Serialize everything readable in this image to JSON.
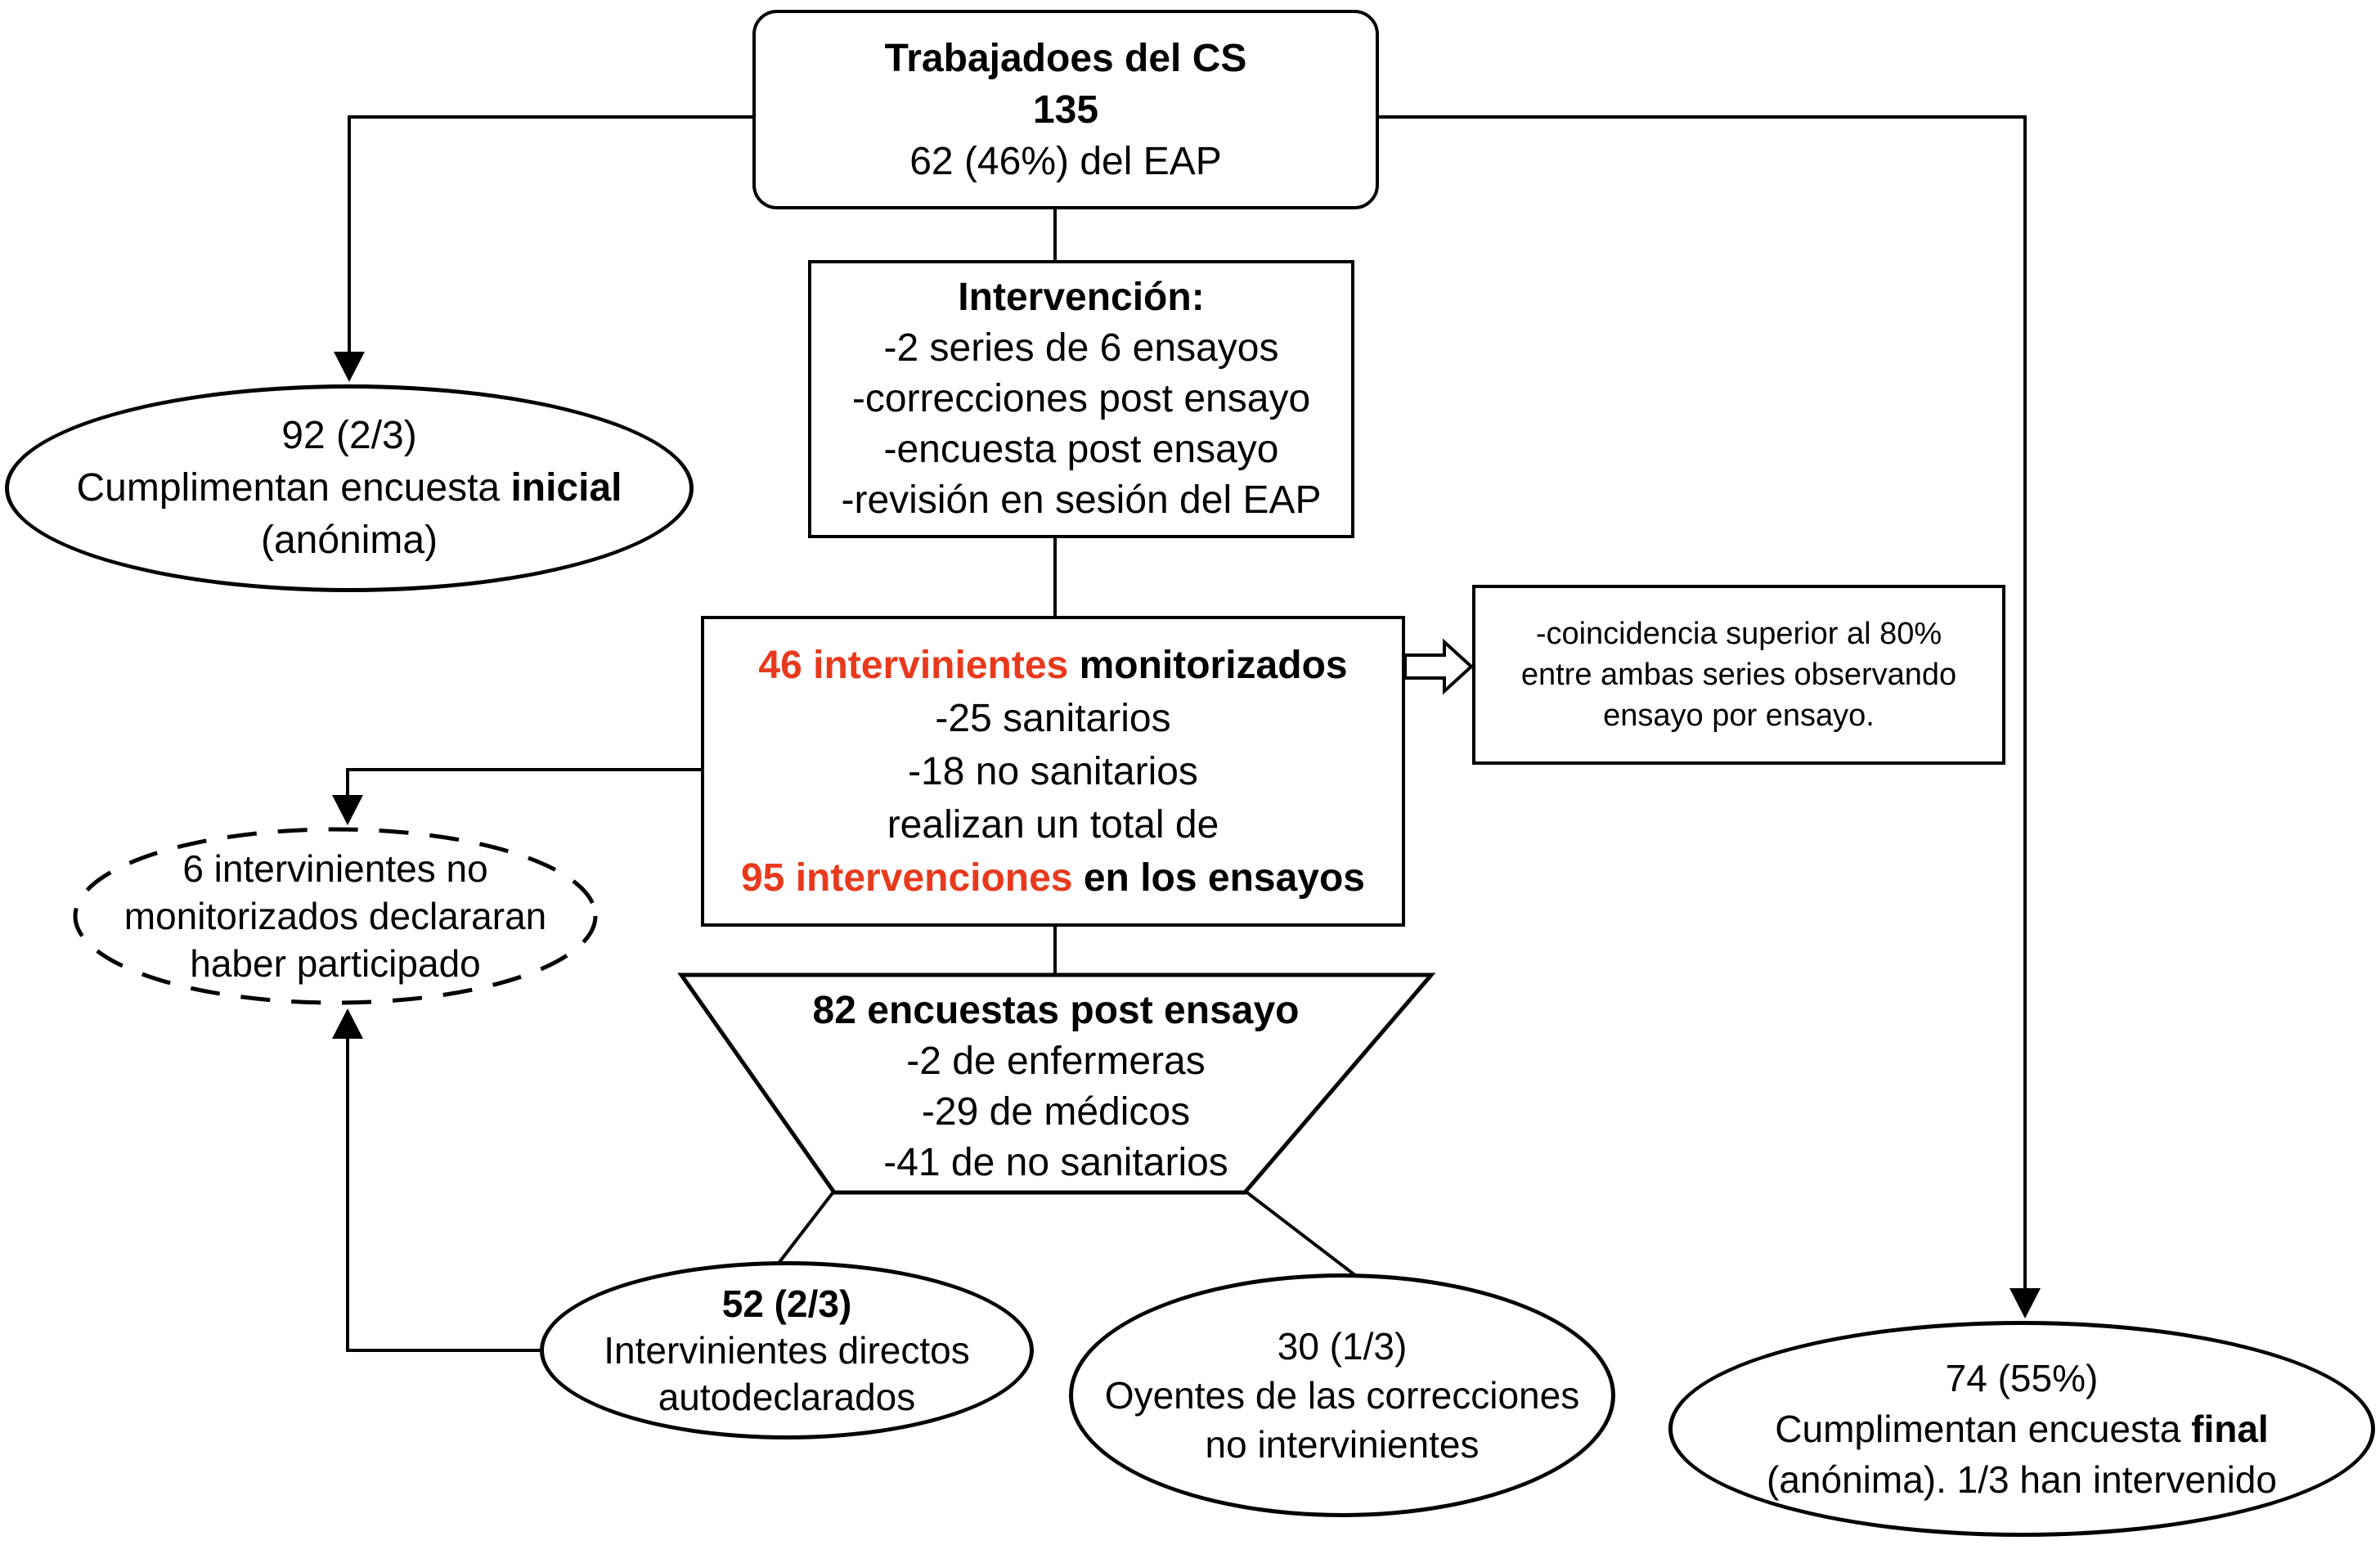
{
  "figure": {
    "type": "flowchart",
    "language": "es",
    "colors": {
      "highlight_red": "#e8391d",
      "line_black": "#000000",
      "background": "#ffffff"
    }
  },
  "nodes": {
    "workers": {
      "title": "Trabajadoes del CS",
      "count": "135",
      "subtitle": "62 (46%) del EAP"
    },
    "intervention": {
      "title": "Intervención:",
      "items": [
        "-2 series de 6 ensayos",
        "-correcciones post ensayo",
        "-encuesta post ensayo",
        "-revisión en sesión del EAP"
      ]
    },
    "initial_survey": {
      "count": "92 (2/3)",
      "line2_regular": "Cumplimentan encuesta ",
      "line2_bold": "inicial",
      "line3": "(anónima)"
    },
    "monitored": {
      "line1_red": "46 intervinientes",
      "line1_black": " monitorizados",
      "line2": "-25 sanitarios",
      "line3": "-18 no sanitarios",
      "line4": "realizan un total de",
      "line5_red": "95 intervenciones",
      "line5_black": " en los ensayos"
    },
    "coincidence": {
      "line1": "-coincidencia superior al 80%",
      "line2": "entre ambas series observando",
      "line3": "ensayo por ensayo."
    },
    "not_monitored": {
      "line1": "6 intervinientes no",
      "line2": "monitorizados declararan",
      "line3": "haber participado"
    },
    "post_surveys": {
      "title": "82 encuestas post ensayo",
      "items": [
        "-2 de enfermeras",
        "-29 de médicos",
        "-41 de no sanitarios"
      ]
    },
    "direct_participants": {
      "count": "52 (2/3)",
      "line2": "Intervinientes directos",
      "line3": "autodeclarados"
    },
    "listeners": {
      "count": "30 (1/3)",
      "line2": "Oyentes de las correcciones",
      "line3": "no intervinientes"
    },
    "final_survey": {
      "count": "74 (55%)",
      "line2_regular": "Cumplimentan encuesta ",
      "line2_bold": "final",
      "line3": "(anónima). 1/3 han intervenido"
    }
  }
}
